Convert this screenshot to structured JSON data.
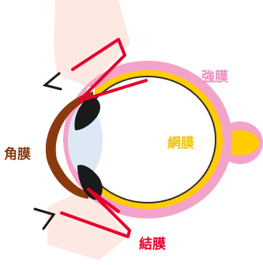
{
  "labels": {
    "sclera": "強膜",
    "retina": "網膜",
    "cornea": "角膜",
    "conjunctiva": "結膜"
  },
  "colors": {
    "sclera": "#f4a3c8",
    "retina": "#ffcc00",
    "cornea": "#8b3a0e",
    "conjunctiva": "#e4002b",
    "lens": "#dce9f5",
    "lid": "#1a1a1a",
    "background_band": "#fde8e2",
    "sclera_label": "#f08cbe",
    "retina_label": "#f5c400",
    "cornea_label": "#8b3a0e",
    "conjunctiva_label": "#e4002b"
  }
}
